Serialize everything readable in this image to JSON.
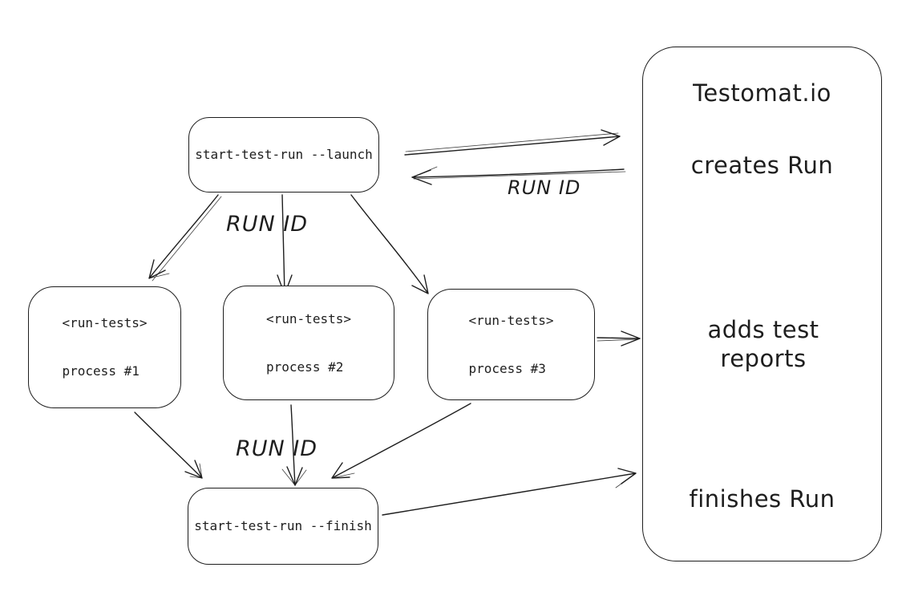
{
  "diagram": {
    "nodes": {
      "launch": {
        "label": "start-test-run --launch"
      },
      "process1": {
        "line1": "<run-tests>",
        "line2": "process #1"
      },
      "process2": {
        "line1": "<run-tests>",
        "line2": "process #2"
      },
      "process3": {
        "line1": "<run-tests>",
        "line2": "process #3"
      },
      "finish": {
        "label": "start-test-run --finish"
      },
      "testomat": {
        "title": "Testomat.io",
        "steps": [
          "creates Run",
          "adds test reports",
          "finishes Run"
        ]
      }
    },
    "edge_labels": {
      "run_id_top": "RUN ID",
      "run_id_mid": "RUN ID",
      "run_id_bottom": "RUN ID"
    },
    "colors": {
      "stroke": "#1e1e1e",
      "background": "#ffffff"
    }
  }
}
